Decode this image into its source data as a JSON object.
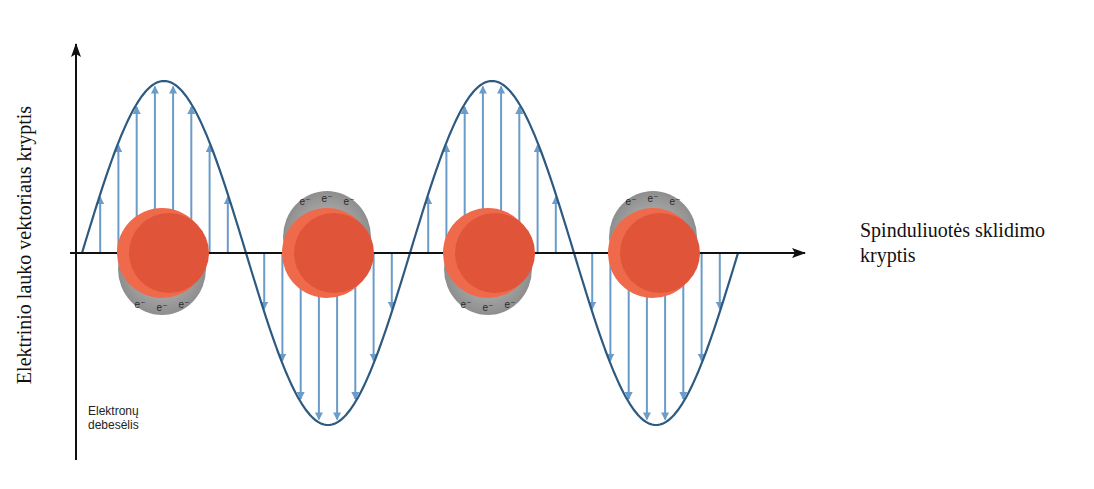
{
  "diagram": {
    "labels": [
      "Elektrinio lauko vektoriaus kryptis",
      "Spinduliuotės sklidimo kryptis",
      "Elektronų debesėlis",
      "e⁻",
      "e⁻",
      "e⁻",
      "e⁻",
      "e⁻",
      "e⁻",
      "e⁻",
      "e⁻",
      "e⁻",
      "e⁻",
      "e⁻",
      "e⁻"
    ]
  }
}
